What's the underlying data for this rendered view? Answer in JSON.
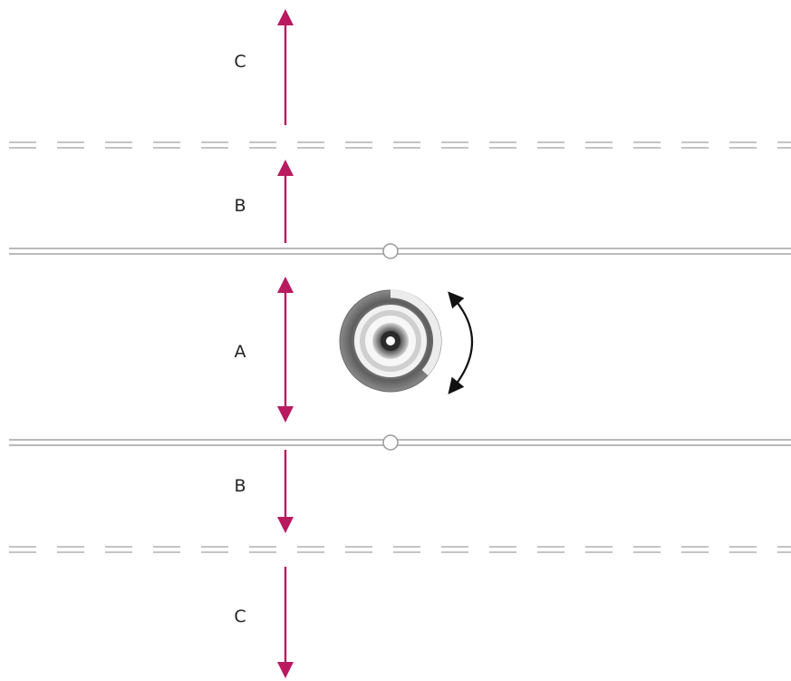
{
  "colors": {
    "arrow": "#b8195f",
    "guide_line": "#b9b9b9",
    "dashed_line": "#c4c4c4",
    "rotate_arrow": "#111111",
    "background": "#ffffff"
  },
  "zones": [
    {
      "label": "C"
    },
    {
      "label": "B"
    },
    {
      "label": "A"
    },
    {
      "label": "B"
    },
    {
      "label": "C"
    }
  ],
  "icons": {
    "wheel": "radial-dial-icon",
    "rotate": "curved-double-arrow-icon",
    "handle": "circle-handle-icon"
  }
}
